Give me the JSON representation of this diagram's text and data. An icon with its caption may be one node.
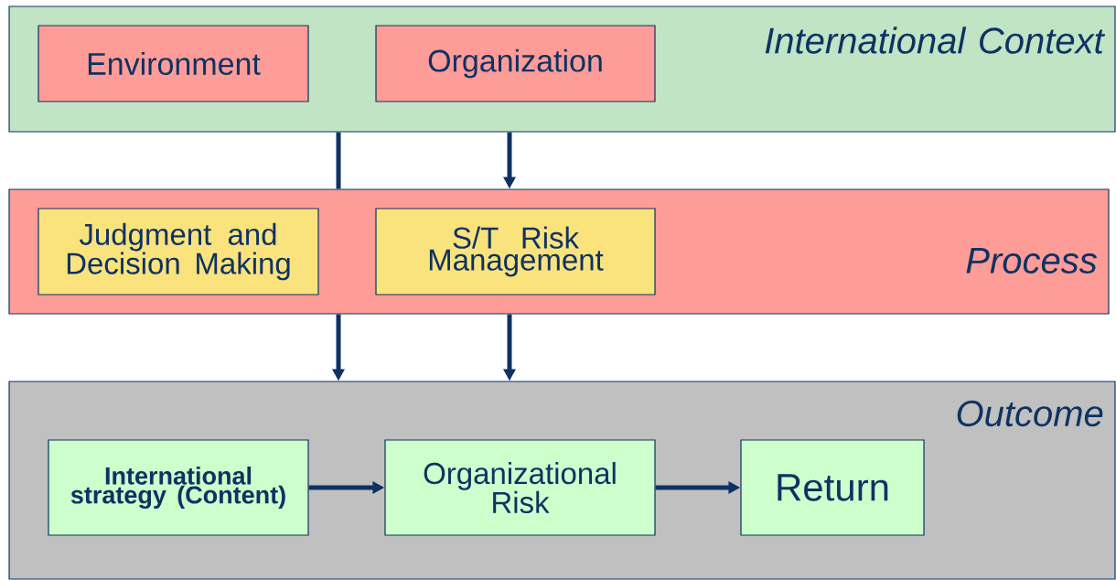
{
  "diagram": {
    "nodes": [
      {
        "text": [
          "International Context"
        ]
      },
      {
        "text": [
          "Environment"
        ],
        "in": 0
      },
      {
        "text": [
          "Organization"
        ],
        "in": 0
      },
      {
        "text": [
          "Process"
        ]
      },
      {
        "text": [
          "Judgment and Decision Making"
        ],
        "in": 3
      },
      {
        "text": [
          "S/T Risk Management"
        ],
        "in": 3
      },
      {
        "text": [
          "Outcome"
        ]
      },
      {
        "text": [
          "International strategy (Content)"
        ],
        "in": 6
      },
      {
        "text": [
          "Organizational Risk"
        ],
        "in": 6
      },
      {
        "text": [
          "Return"
        ],
        "in": 6
      }
    ],
    "edges": [
      {
        "from": 0,
        "to": 3,
        "arrow": "none"
      },
      {
        "from": 0,
        "to": 3,
        "arrow": "to"
      },
      {
        "from": 3,
        "to": 6,
        "arrow": "to"
      },
      {
        "from": 3,
        "to": 6,
        "arrow": "to"
      },
      {
        "from": 7,
        "to": 8,
        "arrow": "to"
      },
      {
        "from": 8,
        "to": 9,
        "arrow": "to"
      }
    ]
  }
}
